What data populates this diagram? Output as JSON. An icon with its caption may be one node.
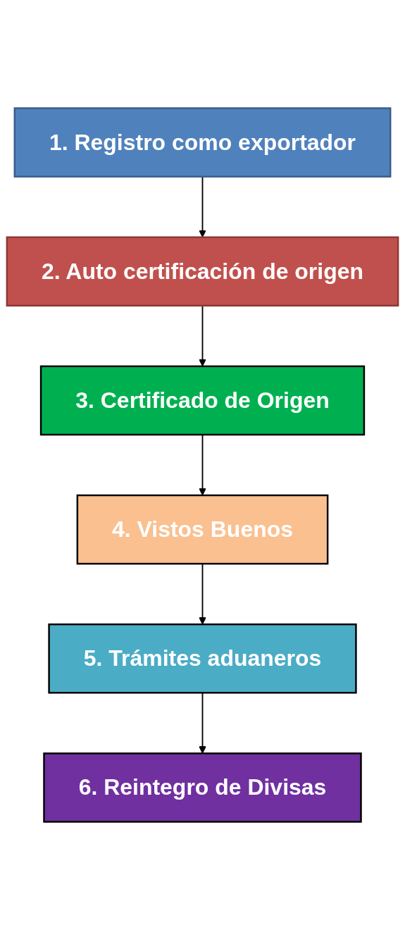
{
  "diagram": {
    "nodes": [
      {
        "text": [
          "1. Registro como exportador"
        ]
      },
      {
        "text": [
          "2. Auto certificación de origen"
        ]
      },
      {
        "text": [
          "3. Certificado de Origen"
        ]
      },
      {
        "text": [
          "4. Vistos Buenos"
        ]
      },
      {
        "text": [
          "5. Trámites aduaneros"
        ]
      },
      {
        "text": [
          "6. Reintegro de Divisas"
        ]
      }
    ],
    "edges": [
      {
        "from": 0,
        "to": 1,
        "arrow": "to"
      },
      {
        "from": 1,
        "to": 2,
        "arrow": "to"
      },
      {
        "from": 2,
        "to": 3,
        "arrow": "to"
      },
      {
        "from": 3,
        "to": 4,
        "arrow": "to"
      },
      {
        "from": 4,
        "to": 5,
        "arrow": "to"
      }
    ]
  }
}
